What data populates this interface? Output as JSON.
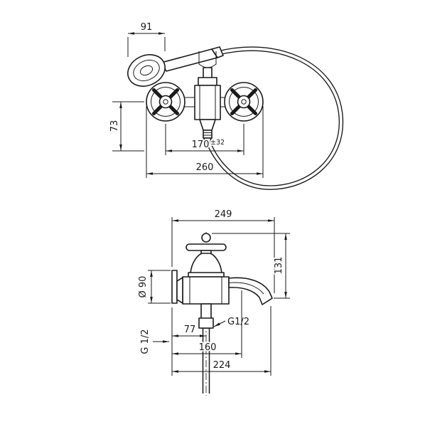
{
  "colors": {
    "line": "#1a1a1a",
    "background": "#ffffff"
  },
  "front_view": {
    "dims": {
      "holder_width": "91",
      "center_to_outlet": "73",
      "connection_distance": "170",
      "connection_tolerance": "±32",
      "overall_width": "260"
    }
  },
  "side_view": {
    "dims": {
      "overall_depth": "249",
      "handle_to_spout_height": "131",
      "escutcheon_diameter": "Ø 90",
      "spout_connection": "G1/2",
      "bottom_connection": "G 1/2",
      "wall_to_axis": "77",
      "wall_to_outlet": "160",
      "overall_projection": "224"
    }
  }
}
